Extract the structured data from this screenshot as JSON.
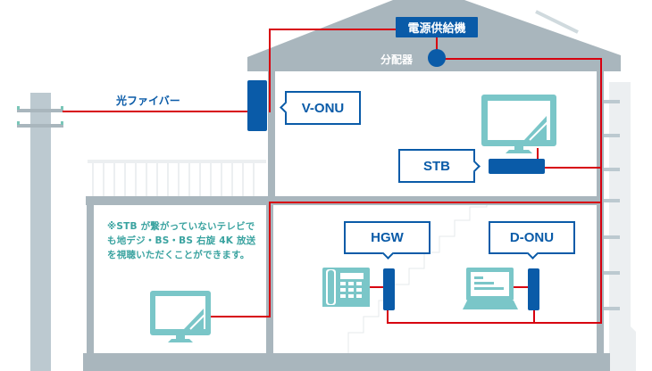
{
  "diagram": {
    "title": "ホームネットワーク接続図",
    "labels": {
      "power_supply": "電源供給機",
      "splitter": "分配器",
      "fiber": "光ファイバー",
      "v_onu": "V-ONU",
      "stb": "STB",
      "hgw": "HGW",
      "d_onu": "D-ONU"
    },
    "note": "※STB が繋がっていないテレビでも地デジ・BS・BS 右旋 4K 放送を視聴いただくことができます。",
    "devices": {
      "upper_floor": [
        "tv-icon",
        "stb-box"
      ],
      "lower_floor": [
        "tv-icon",
        "phone-icon",
        "laptop-icon",
        "hgw-unit",
        "d-onu-unit"
      ]
    },
    "colors": {
      "cable": "#d7000f",
      "device_blue": "#0a5ba8",
      "device_teal": "#7ac6c8",
      "wall_gray": "#a9b6bd",
      "light_gray": "#e9ecee"
    }
  }
}
